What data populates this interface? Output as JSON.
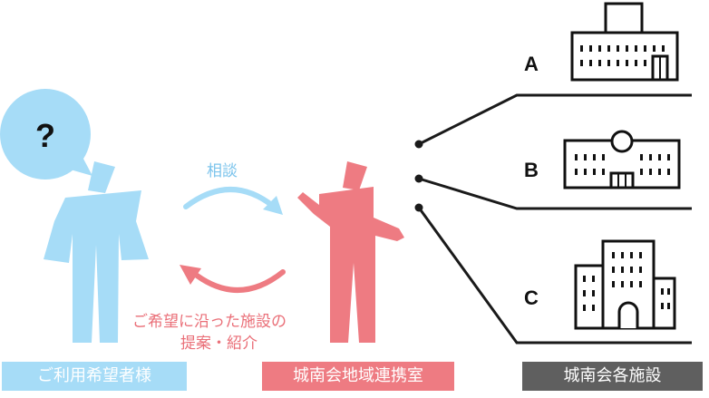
{
  "colors": {
    "user": "#a6dcf7",
    "office": "#ee7b82",
    "facilities": "#5f5f5f",
    "line": "#1a1a1a",
    "text_blue": "#7cc4ec",
    "text_red": "#ea6f78"
  },
  "user": {
    "question_mark": "?",
    "label": "ご利用希望者様"
  },
  "arrows": {
    "consult_label": "相談",
    "proposal_line1": "ご希望に沿った施設の",
    "proposal_line2": "提案・紹介"
  },
  "office": {
    "label": "城南会地域連携室"
  },
  "facilities": {
    "label": "城南会各施設",
    "items": [
      {
        "letter": "A",
        "icon": "building-a-icon"
      },
      {
        "letter": "B",
        "icon": "building-b-icon"
      },
      {
        "letter": "C",
        "icon": "building-c-icon"
      }
    ]
  }
}
